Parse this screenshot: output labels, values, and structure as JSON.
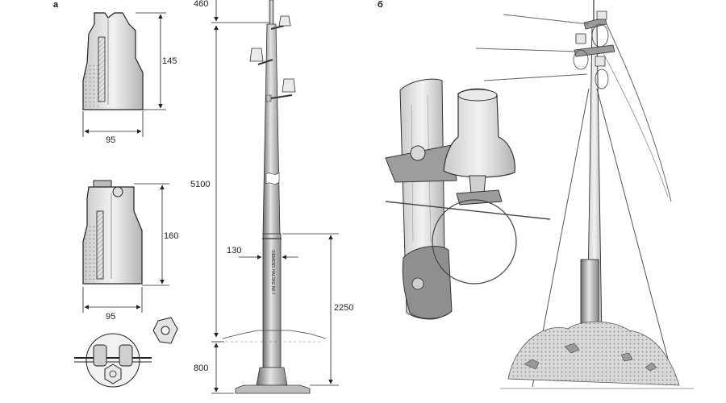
{
  "panels": {
    "left": "а",
    "right": "б"
  },
  "insulator_top": {
    "height": "145",
    "width": "95"
  },
  "insulator_bottom": {
    "height": "160",
    "width": "95"
  },
  "pole": {
    "top_section": "460",
    "mast_height": "5100",
    "diameter": "130",
    "lower_section": "2250",
    "foundation": "800",
    "stamp": "SIEMENS HALSKE N0 7"
  },
  "colors": {
    "ink": "#222222",
    "shade": "#9a9a9a",
    "light": "#d9d9d9",
    "ground": "#7a7a7a"
  }
}
